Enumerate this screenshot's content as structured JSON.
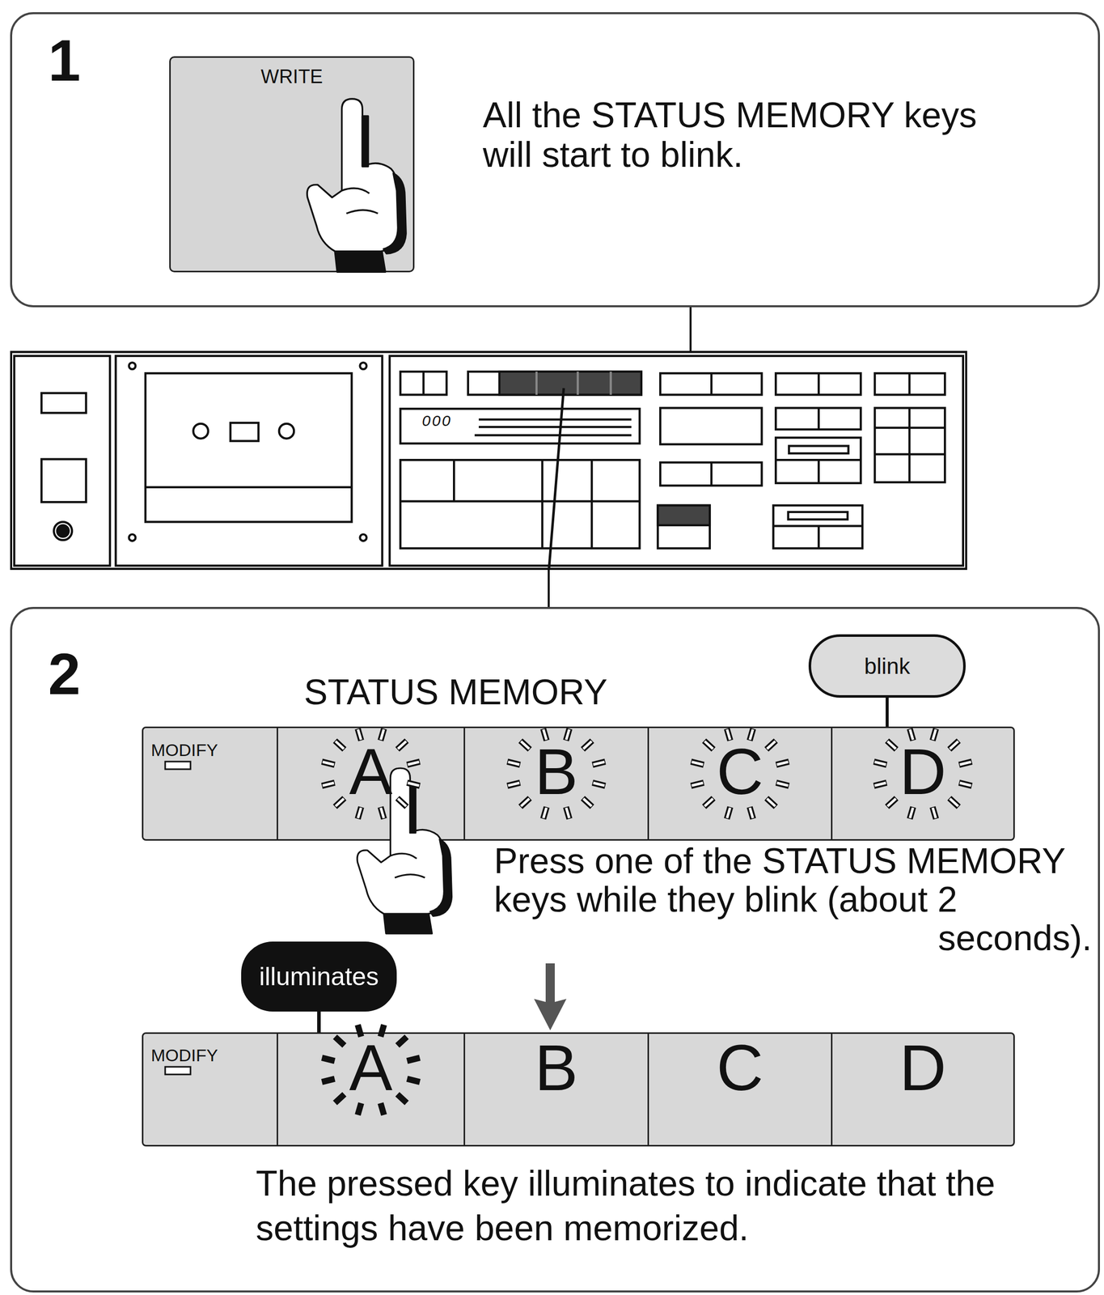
{
  "diagram": {
    "nodes": [
      {
        "text": [
          "1",
          "All the STATUS MEMORY keys will start to blink."
        ]
      },
      {
        "text": [
          "WRITE"
        ],
        "in": 0
      },
      {
        "text": [
          "000"
        ]
      },
      {
        "text": [
          "2",
          "STATUS MEMORY",
          "Press one of the STATUS MEMORY keys while they blink (about 2 seconds).",
          "The pressed key illuminates to indicate that the settings have been memorized."
        ]
      },
      {
        "text": [
          "blink"
        ],
        "in": 3
      },
      {
        "text": [
          "MODIFY"
        ],
        "in": 3
      },
      {
        "text": [
          "A"
        ],
        "in": 5
      },
      {
        "text": [
          "B"
        ],
        "in": 5
      },
      {
        "text": [
          "C"
        ],
        "in": 5
      },
      {
        "text": [
          "D"
        ],
        "in": 5
      },
      {
        "text": [
          "illuminates"
        ],
        "in": 3
      },
      {
        "text": [
          "MODIFY"
        ],
        "in": 3
      },
      {
        "text": [
          "A"
        ],
        "in": 11
      },
      {
        "text": [
          "B"
        ],
        "in": 11
      },
      {
        "text": [
          "C"
        ],
        "in": 11
      },
      {
        "text": [
          "D"
        ],
        "in": 11
      }
    ],
    "edges": [
      {
        "from": 0,
        "to": 2,
        "arrow": "none"
      },
      {
        "from": 2,
        "to": 3,
        "arrow": "none"
      },
      {
        "from": 4,
        "to": 9,
        "arrow": "none"
      },
      {
        "from": 10,
        "to": 12,
        "arrow": "none"
      }
    ]
  }
}
